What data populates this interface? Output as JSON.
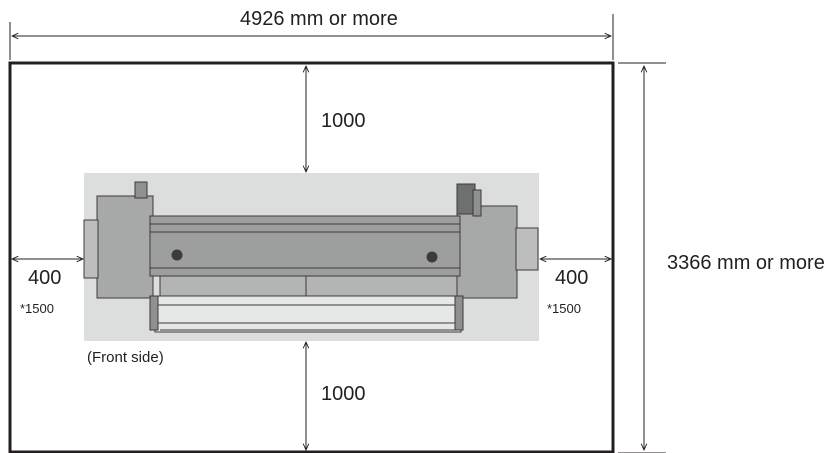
{
  "dimensions": {
    "width_label": "4926 mm or more",
    "height_label": "3366 mm or more",
    "top_clearance": "1000",
    "bottom_clearance": "1000",
    "left_clearance": "400",
    "left_clearance_alt": "*1500",
    "right_clearance": "400",
    "right_clearance_alt": "*1500"
  },
  "labels": {
    "front_side": "(Front side)"
  },
  "colors": {
    "room_border": "#231f20",
    "footprint_fill": "#dcdddd",
    "printer_body": "#9d9e9e",
    "printer_dark": "#3e3a39",
    "line": "#231f20"
  }
}
